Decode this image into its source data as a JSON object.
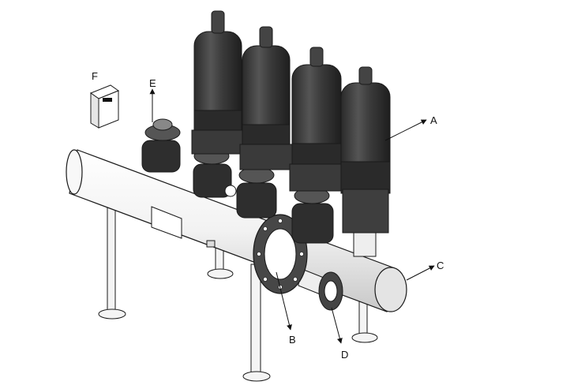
{
  "diagram": {
    "labels": {
      "a": "A",
      "b": "B",
      "c": "C",
      "d": "D",
      "e": "E",
      "f": "F"
    }
  },
  "colors": {
    "filter_body": "#3a3a3a",
    "filter_rings": "#2a2a2a",
    "pipe_fill": "#f2f2f2",
    "outline": "#1a1a1a"
  }
}
